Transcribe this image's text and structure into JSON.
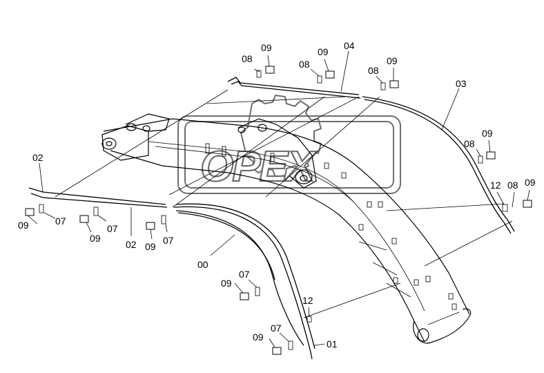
{
  "watermark": {
    "text": "OPEX",
    "color": "#6d6d6d"
  },
  "callouts": [
    {
      "id": "c1",
      "text": "08"
    },
    {
      "id": "c2",
      "text": "09"
    },
    {
      "id": "c3",
      "text": "09"
    },
    {
      "id": "c4",
      "text": "08"
    },
    {
      "id": "c5",
      "text": "04"
    },
    {
      "id": "c6",
      "text": "08"
    },
    {
      "id": "c7",
      "text": "09"
    },
    {
      "id": "c8",
      "text": "03"
    },
    {
      "id": "c9",
      "text": "09"
    },
    {
      "id": "c10",
      "text": "08"
    },
    {
      "id": "c11",
      "text": "12"
    },
    {
      "id": "c12",
      "text": "08"
    },
    {
      "id": "c13",
      "text": "09"
    },
    {
      "id": "c14",
      "text": "02"
    },
    {
      "id": "c15",
      "text": "09"
    },
    {
      "id": "c16",
      "text": "07"
    },
    {
      "id": "c17",
      "text": "09"
    },
    {
      "id": "c18",
      "text": "07"
    },
    {
      "id": "c19",
      "text": "02"
    },
    {
      "id": "c20",
      "text": "09"
    },
    {
      "id": "c21",
      "text": "07"
    },
    {
      "id": "c22",
      "text": "00"
    },
    {
      "id": "c23",
      "text": "09"
    },
    {
      "id": "c24",
      "text": "07"
    },
    {
      "id": "c25",
      "text": "12"
    },
    {
      "id": "c26",
      "text": "09"
    },
    {
      "id": "c27",
      "text": "07"
    },
    {
      "id": "c28",
      "text": "01"
    }
  ]
}
